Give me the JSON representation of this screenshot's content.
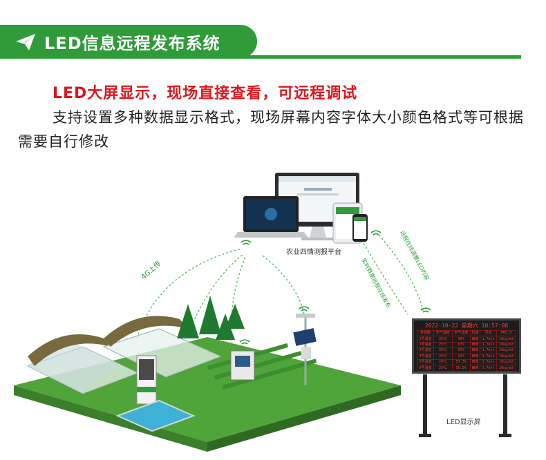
{
  "banner": {
    "title": "LED信息远程发布系统",
    "icon": "paper-plane-icon",
    "color": "#2f9b39"
  },
  "headline": "LED大屏显示，现场直接查看，可远程调试",
  "paragraph": "支持设置多种数据显示格式，现场屏幕内容字体大小颜色格式等可根据需要自行修改",
  "illustration": {
    "platform_label": "农业四情测报平台",
    "led_label": "LED显示屏",
    "link_4g_label": "4G上传",
    "arc_right_label": "远程在线调整LED内容",
    "arc_left_label": "实时数据远程在线发布",
    "led_board": {
      "header": "2022-10-22 星期六 10:57:08",
      "columns": [
        "养殖棚",
        "空气温度",
        "空气湿度",
        "风速",
        "风向",
        "PM2.5"
      ],
      "rows": [
        [
          "1号温室",
          "25℃",
          "56%",
          "西南",
          "1.7m/s",
          "10ug/m3"
        ],
        [
          "2号温室",
          "25℃",
          "63%",
          "西南",
          "1.7m/s",
          "10ug/m3"
        ],
        [
          "3号温室",
          "25℃",
          "65%",
          "西南",
          "1.7m/s",
          "10ug/m3"
        ],
        [
          "4号温室",
          "24℃",
          "62%",
          "西南",
          "1.7m/s",
          "10ug/m3"
        ],
        [
          "5号温室",
          "24℃",
          "57.3%",
          "西南",
          "1.7m/s",
          "10ug/m3"
        ],
        [
          "6号温室",
          "25℃",
          "58.5%",
          "西南",
          "1.7m/s",
          "10ug/m3"
        ]
      ]
    }
  },
  "colors": {
    "accent": "#2f9b39",
    "headline": "#e0161c",
    "led_text": "#ff3b2f"
  }
}
